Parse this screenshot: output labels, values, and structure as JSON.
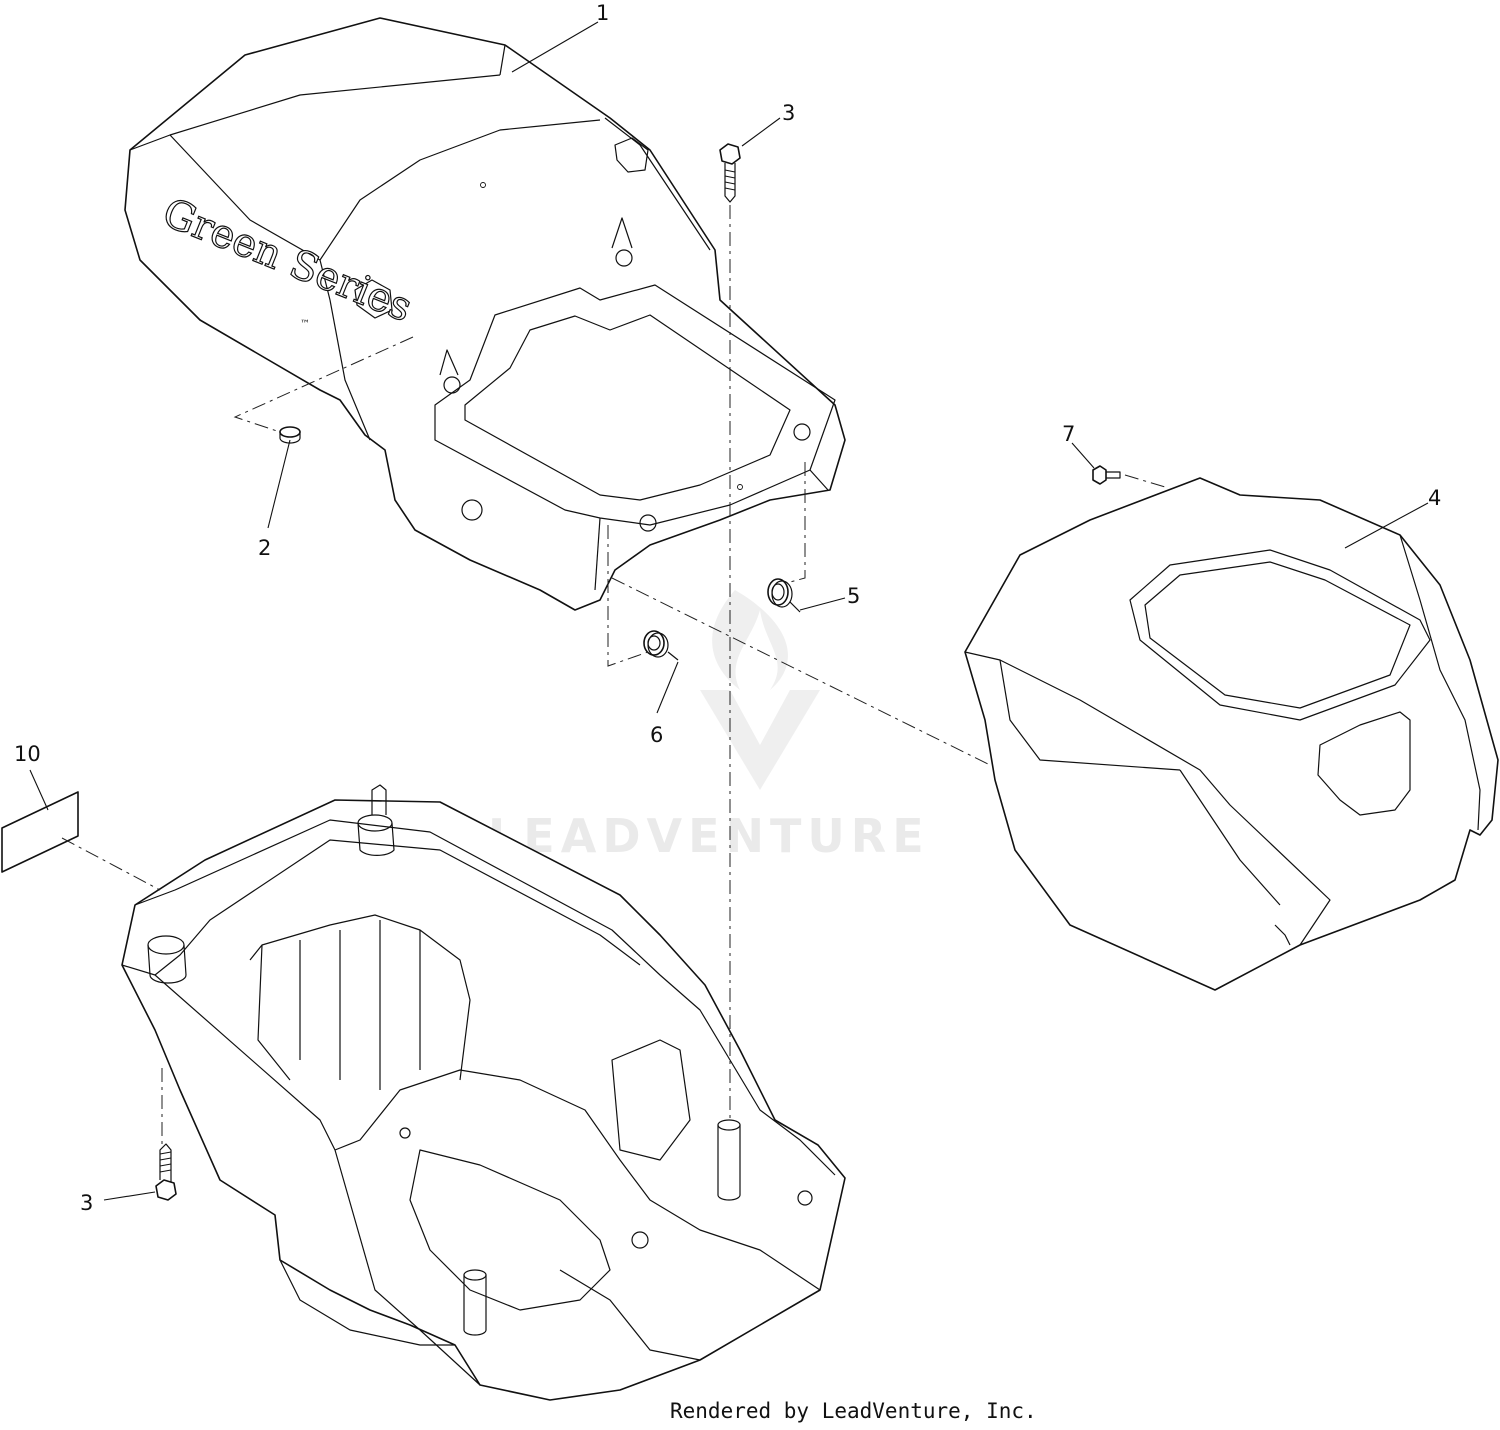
{
  "diagram": {
    "callouts": [
      "1",
      "2",
      "3",
      "4",
      "5",
      "6",
      "7",
      "10",
      "3"
    ],
    "brand_text": "Green Series",
    "brand_tm": "™",
    "watermark": "LEADVENTURE",
    "credit": "Rendered by LeadVenture, Inc."
  }
}
